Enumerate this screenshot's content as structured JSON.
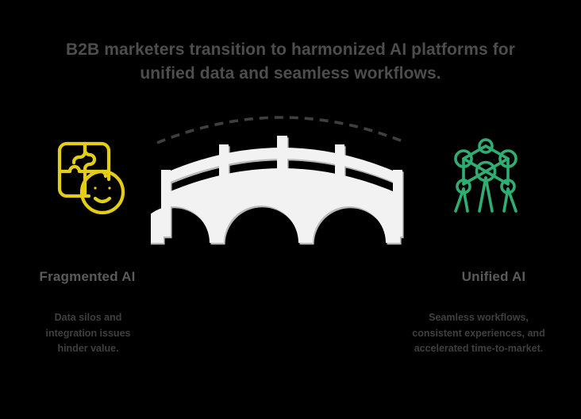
{
  "background_color": "#000000",
  "title": {
    "line1": "B2B marketers transition to harmonized AI platforms for",
    "line2": "unified data and seamless workflows.",
    "color": "#4d4d4d"
  },
  "left": {
    "icon_name": "fragmented-puzzle-face-icon",
    "icon_color": "#e3cd16",
    "label": "Fragmented AI",
    "label_color": "#5a5a5a",
    "description_line1": "Data silos and",
    "description_line2": "integration issues",
    "description_line3": "hinder value.",
    "description_color": "#3f3f3f"
  },
  "center": {
    "illustration_name": "three-arch-bridge",
    "bridge_color": "#f2f2f2",
    "bridge_shadow_color": "#b9b9b9",
    "arc_name": "dashed-arc",
    "arc_color": "#3f3f3f",
    "arc_style": "dashed"
  },
  "right": {
    "icon_name": "unified-network-nodes-icon",
    "icon_color": "#2fae72",
    "label": "Unified AI",
    "label_color": "#5a5a5a",
    "description_line1": "Seamless workflows,",
    "description_line2": "consistent experiences, and",
    "description_line3": "accelerated time-to-market.",
    "description_color": "#3f3f3f"
  }
}
